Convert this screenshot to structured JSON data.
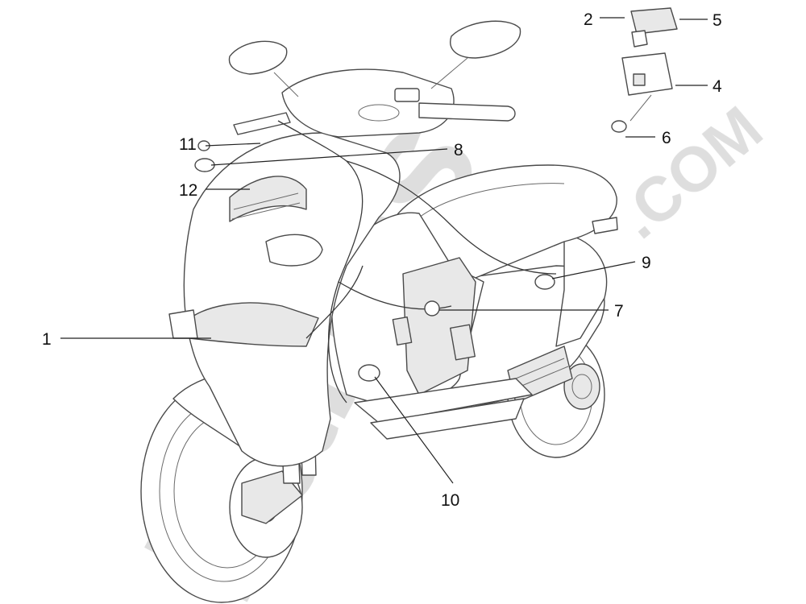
{
  "watermark": {
    "text": "Partes",
    "suffix": ".COM",
    "color": "#d9d9d9"
  },
  "callouts": [
    {
      "label": "1"
    },
    {
      "label": "2"
    },
    {
      "label": "4"
    },
    {
      "label": "5"
    },
    {
      "label": "6"
    },
    {
      "label": "7"
    },
    {
      "label": "8"
    },
    {
      "label": "9"
    },
    {
      "label": "10"
    },
    {
      "label": "11"
    },
    {
      "label": "12"
    }
  ],
  "colors": {
    "line": "#4a4a4a",
    "text": "#111111",
    "background": "#ffffff"
  }
}
